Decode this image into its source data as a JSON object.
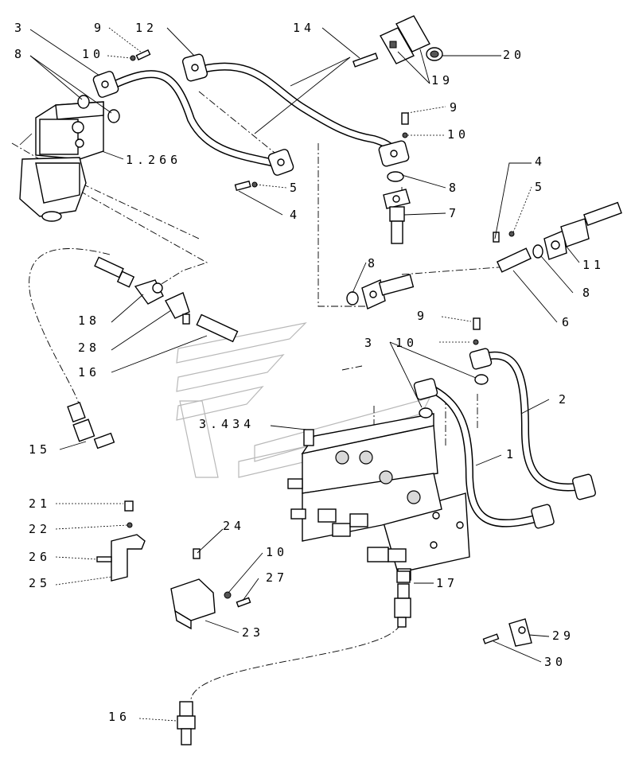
{
  "callouts": {
    "c3_top": "3",
    "c8_top": "8",
    "c9_top": "9",
    "c10_top": "10",
    "c12": "12",
    "c14": "14",
    "c20": "20",
    "c19": "19",
    "c9_mid": "9",
    "c10_mid": "10",
    "c1266": "1.266",
    "c5_left": "5",
    "c4_left": "4",
    "c8_mid": "8",
    "c7": "7",
    "c4_right": "4",
    "c5_right": "5",
    "c11": "11",
    "c8_valve": "8",
    "c8_right": "8",
    "c6": "6",
    "c18": "18",
    "c28": "28",
    "c16_top": "16",
    "c9_low": "9",
    "c3_low": "3",
    "c10_low": "10",
    "c2": "2",
    "c3434": "3.434",
    "c1": "1",
    "c15": "15",
    "c21": "21",
    "c22": "22",
    "c24": "24",
    "c26": "26",
    "c25": "25",
    "c10_bot": "10",
    "c27": "27",
    "c17": "17",
    "c23": "23",
    "c29": "29",
    "c30": "30",
    "c16_bot": "16"
  },
  "colors": {
    "line": "#000000",
    "paper": "#ffffff",
    "watermark": "#b8b8b8"
  }
}
